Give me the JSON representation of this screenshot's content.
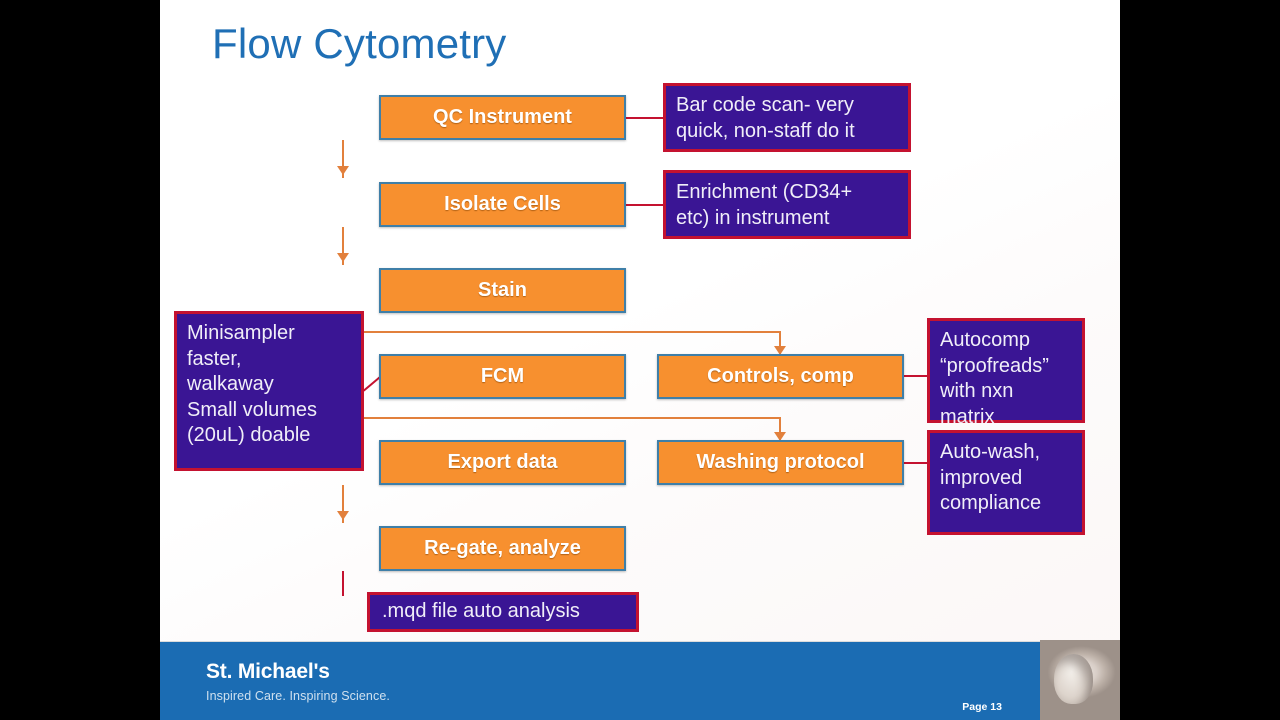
{
  "slide": {
    "title": "Flow Cytometry",
    "page_label": "Page 13",
    "title_color": "#1f6fb5",
    "process_box_color": "#f7902f",
    "process_box_border_color": "#3f7fa8",
    "callout_fill_color": "#3a1594",
    "callout_border_color": "#c41230",
    "connector_color": "#e2803c",
    "footer_color": "#1b6cb3"
  },
  "flow": {
    "nodes": [
      {
        "id": "qc",
        "label": "QC Instrument"
      },
      {
        "id": "isolate",
        "label": "Isolate Cells"
      },
      {
        "id": "stain",
        "label": "Stain"
      },
      {
        "id": "fcm",
        "label": "FCM"
      },
      {
        "id": "controls",
        "label": "Controls, comp"
      },
      {
        "id": "export",
        "label": "Export data"
      },
      {
        "id": "washing",
        "label": "Washing protocol"
      },
      {
        "id": "regate",
        "label": "Re-gate, analyze"
      }
    ],
    "terminal": {
      "id": "mqd",
      "label": ".mqd file auto analysis"
    }
  },
  "callouts": [
    {
      "id": "barcode",
      "line1": "Bar code scan- very",
      "line2": "quick, non-staff do it"
    },
    {
      "id": "enrichment",
      "line1": "Enrichment (CD34+",
      "line2": "etc) in instrument"
    },
    {
      "id": "minisampler",
      "line1": "Minisampler",
      "line2": "faster,",
      "line3": "walkaway",
      "line4": "Small volumes",
      "line5": "(20uL) doable"
    },
    {
      "id": "autocomp",
      "line1": "Autocomp",
      "line2": "“proofreads”",
      "line3": "with nxn matrix"
    },
    {
      "id": "autowash",
      "line1": "Auto-wash,",
      "line2": "improved",
      "line3": "compliance"
    }
  ],
  "footer": {
    "organization": "St. Michael's",
    "tagline": "Inspired Care. Inspiring Science."
  }
}
